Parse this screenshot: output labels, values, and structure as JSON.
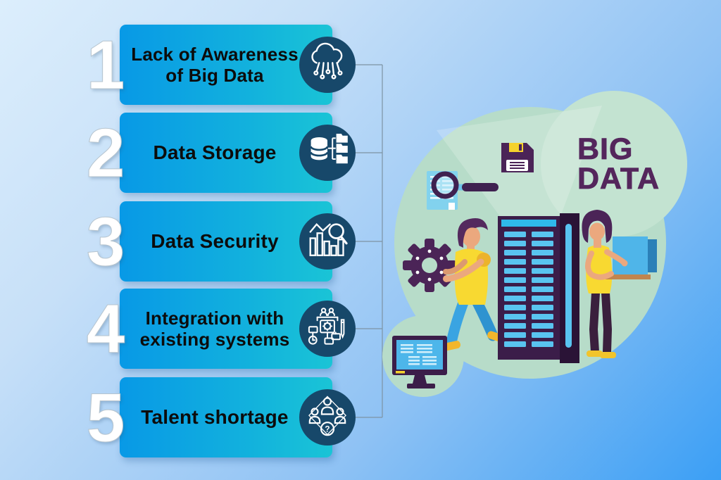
{
  "items": [
    {
      "number": "1",
      "lines": [
        "Lack of Awareness",
        "of Big Data"
      ],
      "icon": "cloud-network-icon"
    },
    {
      "number": "2",
      "lines": [
        "Data Storage"
      ],
      "icon": "database-folders-icon"
    },
    {
      "number": "3",
      "lines": [
        "Data Security"
      ],
      "icon": "chart-magnifier-icon"
    },
    {
      "number": "4",
      "lines": [
        "Integration with",
        "existing systems"
      ],
      "icon": "workflow-icon"
    },
    {
      "number": "5",
      "lines": [
        "Talent shortage"
      ],
      "icon": "team-question-icon"
    }
  ],
  "illustration": {
    "big_data_line1": "BIG",
    "big_data_line2": "DATA",
    "question_mark": "?"
  },
  "colors": {
    "background_start": "#dceefc",
    "background_end": "#3b9ff5",
    "bar_gradient_start": "#0899e6",
    "bar_gradient_end": "#1ac4d6",
    "icon_circle": "#17486a",
    "number_text": "#ffffff",
    "bar_text": "#0c0c0c",
    "mint_circle": "#b7dcc9",
    "purple_dark": "#4b2457",
    "big_data_text": "#54265c",
    "illustration_blue": "#4fb5e9",
    "shirt_yellow": "#f8d931"
  }
}
